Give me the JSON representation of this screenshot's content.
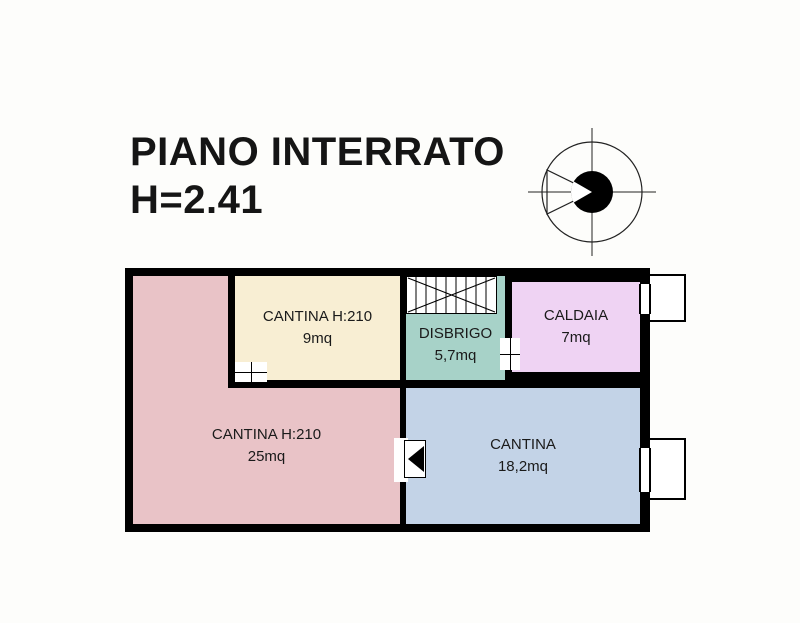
{
  "title": {
    "line1": "PIANO INTERRATO",
    "line2": "H=2.41"
  },
  "rooms": [
    {
      "name": "CANTINA H:210",
      "area": "9mq",
      "color": "#f8eed3"
    },
    {
      "name": "DISBRIGO",
      "area": "5,7mq",
      "color": "#a7d2c8"
    },
    {
      "name": "CALDAIA",
      "area": "7mq",
      "color": "#efd3f3"
    },
    {
      "name": "CANTINA H:210",
      "area": "25mq",
      "color": "#e9c3c7"
    },
    {
      "name": "CANTINA",
      "area": "18,2mq",
      "color": "#c3d3e7"
    }
  ],
  "colors": {
    "walls": "#000000",
    "paper": "#fdfdfb",
    "line": "#1a1a1a"
  },
  "icons": {
    "north_arrow": "compass-north-arrow"
  }
}
